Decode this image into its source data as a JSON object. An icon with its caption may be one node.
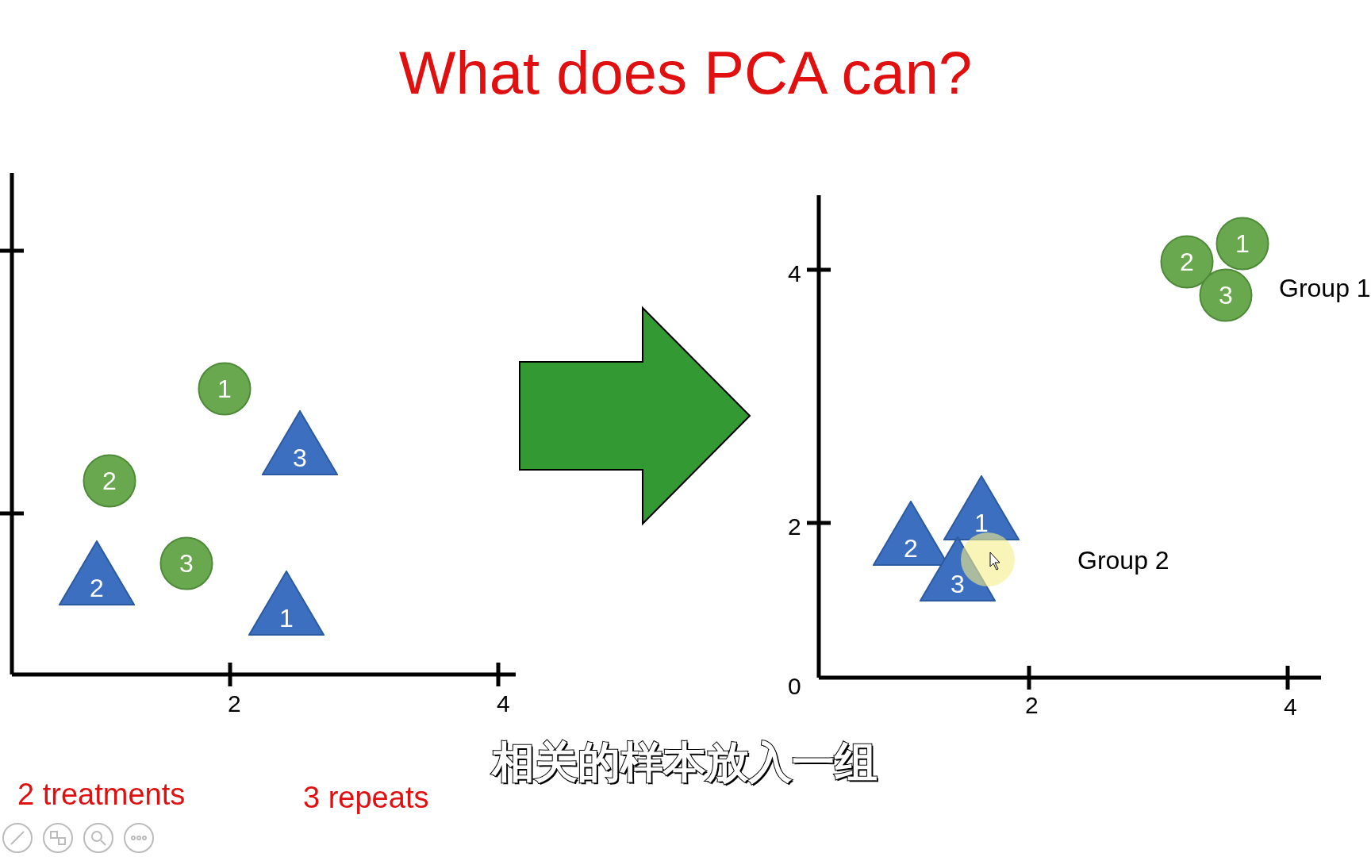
{
  "diagram": {
    "title": "What does PCA can?",
    "nodes": [
      {
        "text": [],
        "shape": "picture"
      },
      {
        "text": [
          "1"
        ],
        "in": 0
      },
      {
        "text": [
          "3"
        ],
        "in": 0
      },
      {
        "text": [
          "2"
        ],
        "in": 0
      },
      {
        "text": [
          "3"
        ],
        "in": 0
      },
      {
        "text": [
          "2"
        ],
        "in": 0
      },
      {
        "text": [
          "1"
        ],
        "in": 0
      },
      {
        "text": [],
        "shape": "picture"
      },
      {
        "text": [
          "1"
        ],
        "in": 7
      },
      {
        "text": [
          "2"
        ],
        "in": 7
      },
      {
        "text": [
          "3"
        ],
        "in": 7
      },
      {
        "text": [
          "1"
        ],
        "in": 7
      },
      {
        "text": [
          "2"
        ],
        "in": 7
      },
      {
        "text": [
          "3"
        ],
        "in": 7
      }
    ],
    "edges": [
      {
        "from": 0,
        "to": 7,
        "arrow": "to",
        "style": "thick",
        "color": "#339933"
      }
    ],
    "labels": [
      "Group 1",
      "Group 2",
      "2",
      "4",
      "4",
      "2",
      "0",
      "2",
      "4",
      "相关的样本放入一组",
      "2 treatments",
      "3 repeats"
    ]
  }
}
